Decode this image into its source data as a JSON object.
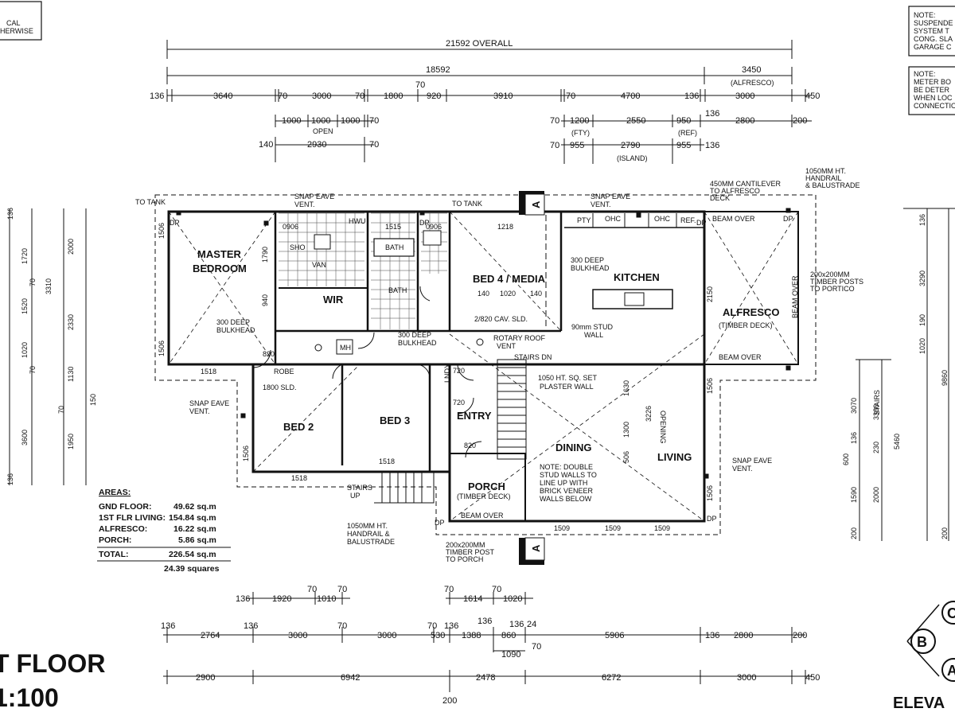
{
  "notes": {
    "top_left": [
      "CAL",
      "HERWISE"
    ],
    "note1": [
      "NOTE:",
      "SUSPENDE",
      "SYSTEM T",
      "CONG. SLA",
      "GARAGE C"
    ],
    "note2": [
      "NOTE:",
      "METER BO",
      "BE DETER",
      "WHEN LOC",
      "CONNECTIO"
    ]
  },
  "title": {
    "line1": "T FLOOR",
    "line2": "1:100",
    "elevation": "ELEVA"
  },
  "markers": {
    "section": "A",
    "elev_b": "B",
    "elev_c": "C",
    "elev_a": "A"
  },
  "rooms": {
    "master": [
      "MASTER",
      "BEDROOM"
    ],
    "wir": "WIR",
    "bed2": "BED 2",
    "bed3": "BED 3",
    "bed4": "BED 4 / MEDIA",
    "kitchen": "KITCHEN",
    "alfresco": "ALFRESCO",
    "alfresco_sub": "(TIMBER DECK)",
    "entry": "ENTRY",
    "dining": "DINING",
    "living": "LIVING",
    "porch": "PORCH",
    "porch_sub": "(TIMBER DECK)",
    "bath1": "BATH",
    "bath2": "BATH",
    "robe": "ROBE",
    "mh": "MH",
    "lndy": "LNDY",
    "pty": "PTY",
    "ref": "REF.",
    "ohc": "OHC"
  },
  "annotations": {
    "to_tank_1": "TO TANK",
    "to_tank_2": "TO TANK",
    "snap_eave_1": [
      "SNAP EAVE",
      "VENT."
    ],
    "snap_eave_2": [
      "SNAP EAVE",
      "VENT."
    ],
    "snap_eave_3": [
      "SNAP EAVE",
      "VENT."
    ],
    "snap_eave_4": [
      "SNAP EAVE",
      "VENT."
    ],
    "cantilever": [
      "450MM CANTILEVER",
      "TO ALFRESCO",
      "DECK"
    ],
    "handrail_top": [
      "1050MM HT.",
      "HANDRAIL",
      "& BALUSTRADE"
    ],
    "timber_post_top": [
      "200x200MM",
      "TIMBER POSTS",
      "TO PORTICO"
    ],
    "beam_over_1": "BEAM OVER",
    "beam_over_2": "BEAM OVER",
    "beam_over_3": "BEAM OVER",
    "beam_over_v": "BEAM OVER",
    "bulkhead_1": [
      "300 DEEP",
      "BULKHEAD"
    ],
    "bulkhead_2": [
      "300 DEEP",
      "BULKHEAD"
    ],
    "bulkhead_3": [
      "300 DEEP",
      "BULKHEAD"
    ],
    "cav_sld": "2/820 CAV. SLD.",
    "rotary": [
      "ROTARY ROOF",
      "VENT"
    ],
    "stud_wall": [
      "90mm STUD",
      "WALL"
    ],
    "stairs_dn": "STAIRS DN",
    "stairs_up": [
      "STAIRS",
      "UP"
    ],
    "plaster_wall": [
      "1050 HT. SQ. SET",
      "PLASTER WALL"
    ],
    "double_stud": [
      "NOTE: DOUBLE",
      "STUD WALLS TO",
      "LINE UP WITH",
      "BRICK VENEER",
      "WALLS BELOW"
    ],
    "handrail_bottom": [
      "1050MM HT.",
      "HANDRAIL &",
      "BALUSTRADE"
    ],
    "timber_post_bottom": [
      "200x200MM",
      "TIMBER POST",
      "TO PORCH"
    ],
    "sld_1800": "1800 SLD.",
    "opening": "OPENING",
    "open": "OPEN",
    "fty": "(FTY)",
    "ref_p": "(REF)",
    "island": "(ISLAND)",
    "alfresco_p": "(ALFRESCO)",
    "stairs_v": "STAIRS",
    "dp": "DP",
    "hwu": "HWU",
    "van": "VAN",
    "sho": "SHO"
  },
  "areas": {
    "heading": "AREAS:",
    "rows": [
      {
        "label": "GND FLOOR:",
        "value": "49.62 sq.m"
      },
      {
        "label": "1ST FLR LIVING:",
        "value": "154.84 sq.m"
      },
      {
        "label": "ALFRESCO:",
        "value": "16.22 sq.m"
      },
      {
        "label": "PORCH:",
        "value": "5.86 sq.m"
      }
    ],
    "total_label": "TOTAL:",
    "total_value": "226.54 sq.m",
    "squares": "24.39 squares"
  },
  "dimensions": {
    "overall": "21592 OVERALL",
    "main": "18592",
    "alfresco_w": "3450",
    "top_row": [
      "136",
      "3640",
      "70",
      "3000",
      "70",
      "1800",
      "920",
      "3910",
      "70",
      "4700",
      "136",
      "3000",
      "450"
    ],
    "top_70": "70",
    "open_row": [
      "1000",
      "1000",
      "1000",
      "70"
    ],
    "sub_row": [
      "140",
      "2930",
      "70"
    ],
    "kit_row1": [
      "70",
      "1200",
      "2550",
      "950",
      "136",
      "2800",
      "200"
    ],
    "kit_row2": [
      "70",
      "955",
      "2790",
      "955",
      "136"
    ],
    "bottom_row1": [
      "136",
      "1920",
      "1010",
      "70",
      "70",
      "70",
      "1614",
      "1020",
      "70"
    ],
    "bottom_row2": [
      "136",
      "2764",
      "136",
      "3000",
      "70",
      "3000",
      "70",
      "530",
      "136",
      "1388",
      "136",
      "860",
      "136",
      "24",
      "5906",
      "136",
      "2800",
      "200"
    ],
    "bottom_1090": "1090",
    "bottom_70b": "70",
    "bottom_row3": [
      "2900",
      "6942",
      "2478",
      "6272",
      "3000",
      "450"
    ],
    "bottom_200": "200",
    "left_v": [
      "136",
      "1720",
      "70",
      "1520",
      "1020",
      "70",
      "1130",
      "3600",
      "1950",
      "136",
      "1506",
      "3310",
      "2000",
      "2330",
      "1506",
      "70",
      "150",
      "1506"
    ],
    "right_v": [
      "136",
      "3290",
      "136",
      "190",
      "1020",
      "9860",
      "3070",
      "3366",
      "5460",
      "136",
      "230",
      "600",
      "1590",
      "2000",
      "200",
      "200",
      "1506",
      "1506"
    ],
    "room_dims": [
      "0906",
      "1515",
      "0906",
      "1218",
      "1518",
      "1518",
      "1518",
      "1509",
      "1509",
      "1509",
      "820",
      "820",
      "720",
      "720",
      "820",
      "140",
      "1020",
      "140",
      "1790",
      "940",
      "1000",
      "2150",
      "3226",
      "1630",
      "1300",
      "506",
      "140",
      "140",
      "1506",
      "1506",
      "1506",
      "1506",
      "1506"
    ]
  }
}
